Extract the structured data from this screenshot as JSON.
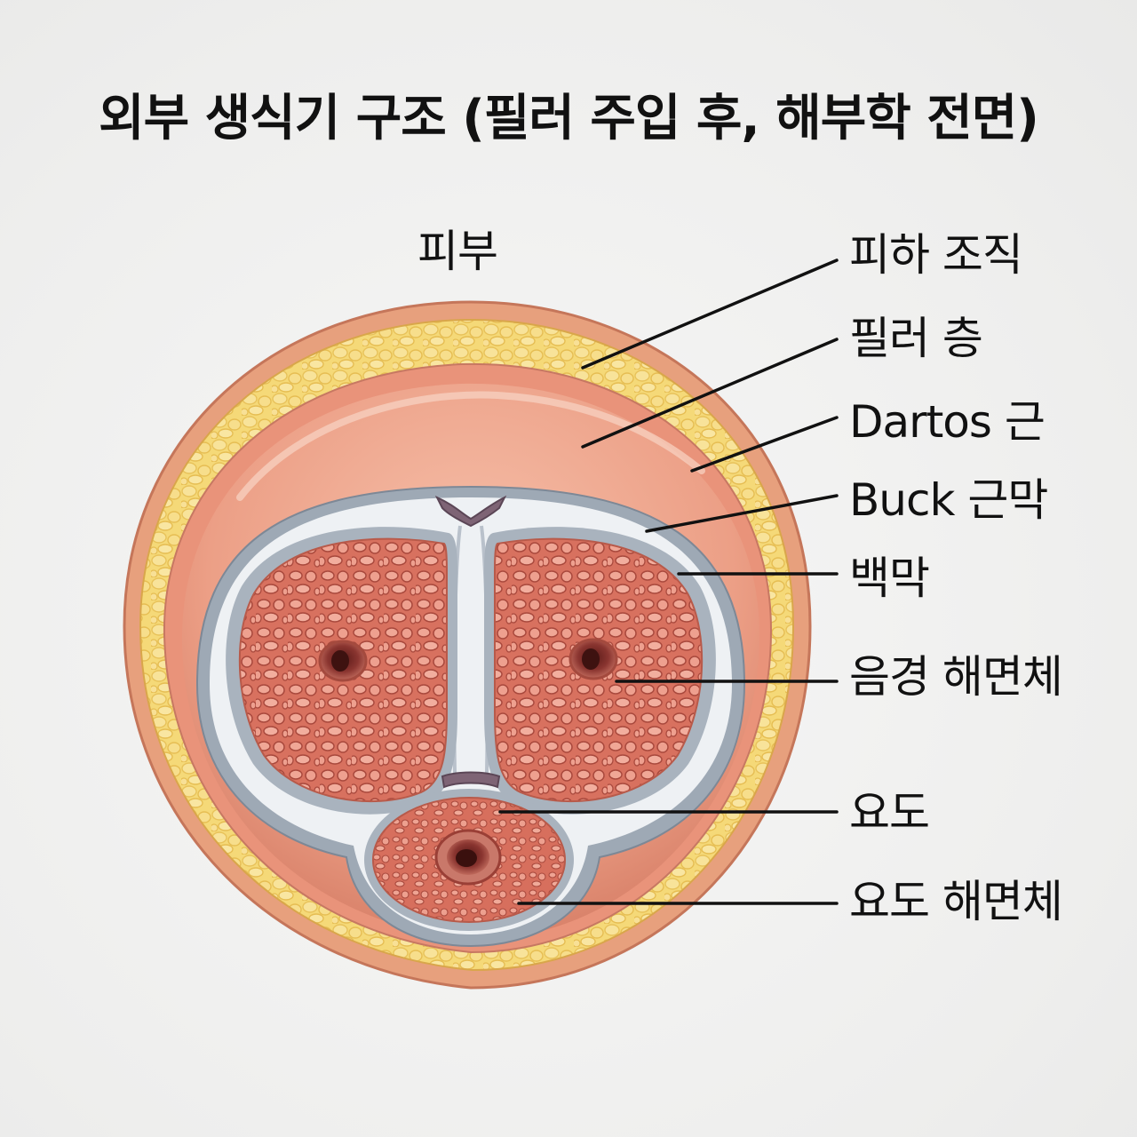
{
  "title": "외부 생식기 구조 (필러 주입 후, 해부학 전면)",
  "labels": {
    "skin": "피부",
    "subcutaneous": "피하 조직",
    "filler_layer": "필러 층",
    "dartos": "Dartos 근",
    "bucks_fascia": "Buck 근막",
    "tunica": "백막",
    "corpus_cavernosum": "음경 해면체",
    "urethra": "요도",
    "corpus_spongiosum": "요도 해면체"
  },
  "colors": {
    "skin": "#e8a27f",
    "fat": "#f3d56f",
    "filler": "#eda58b",
    "fascia": "#eef0f3",
    "tunica": "#9aa5b2",
    "erectile": "#d9705e",
    "lumen": "#7a2a26",
    "leader": "#111111"
  }
}
